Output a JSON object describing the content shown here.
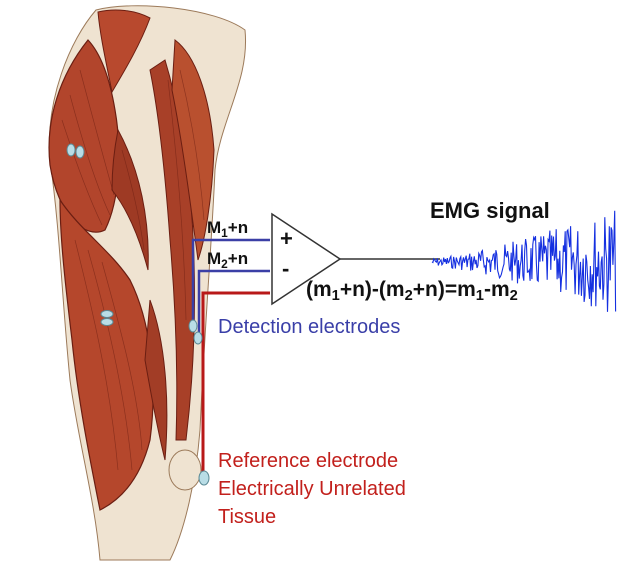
{
  "diagram": {
    "output_title": "EMG signal",
    "inputs": [
      {
        "var": "M",
        "sub": "1",
        "suffix": "+n",
        "sign": "+"
      },
      {
        "var": "M",
        "sub": "2",
        "suffix": "+n",
        "sign": "-"
      }
    ],
    "equation": {
      "parts": [
        "(m",
        "1",
        "+n)-(m",
        "2",
        "+n)=m",
        "1",
        "-m",
        "2"
      ]
    },
    "detection_label": "Detection electrodes",
    "reference_label": {
      "line1": "Reference electrode",
      "line2": "Electrically Unrelated",
      "line3": "Tissue"
    },
    "colors": {
      "detection_wire": "#3b3fa6",
      "reference_wire": "#b81818",
      "signal": "#1530e0",
      "electrode": "#b9dde6",
      "muscle": "#b2452c",
      "muscle_dark": "#7a2516",
      "tendon": "#efe3d1"
    }
  }
}
